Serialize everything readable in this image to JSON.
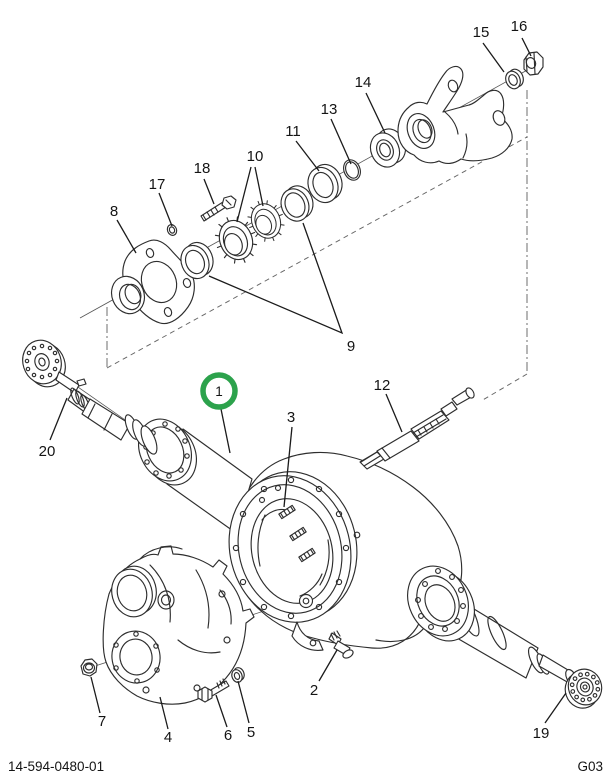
{
  "document": {
    "number": "14-594-0480-01",
    "page_code": "G03"
  },
  "figure": {
    "type": "exploded-parts-diagram",
    "description": "Rear axle housing and differential carrier exploded view",
    "highlight_color": "#2ca24c",
    "highlighted_callout": "1"
  },
  "callouts": [
    {
      "label": "1",
      "highlighted": true
    },
    {
      "label": "2"
    },
    {
      "label": "3"
    },
    {
      "label": "4"
    },
    {
      "label": "5"
    },
    {
      "label": "6"
    },
    {
      "label": "7"
    },
    {
      "label": "8"
    },
    {
      "label": "9"
    },
    {
      "label": "10"
    },
    {
      "label": "11"
    },
    {
      "label": "12"
    },
    {
      "label": "13"
    },
    {
      "label": "14"
    },
    {
      "label": "15"
    },
    {
      "label": "16"
    },
    {
      "label": "17"
    },
    {
      "label": "18"
    },
    {
      "label": "19"
    },
    {
      "label": "20"
    }
  ]
}
